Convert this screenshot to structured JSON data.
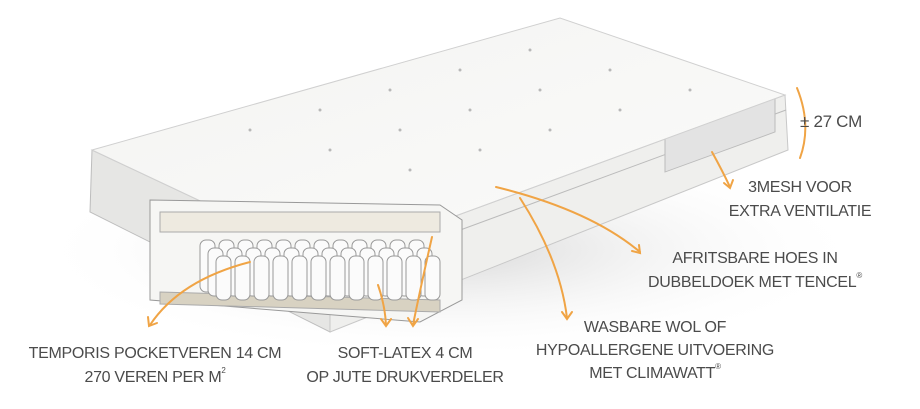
{
  "colors": {
    "accent": "#f0a445",
    "text": "#4b4b4b"
  },
  "labels": {
    "height": "± 27 CM",
    "mesh": [
      "3MESH VOOR",
      "EXTRA VENTILATIE"
    ],
    "cover": [
      "AFRITSBARE HOES IN",
      "DUBBELDOEK MET TENCEL",
      "®"
    ],
    "wool": [
      "WASBARE WOL OF",
      "HYPOALLERGENE UITVOERING",
      "MET CLIMAWATT",
      "®"
    ],
    "springs": [
      "TEMPORIS POCKETVEREN 14 CM",
      "270 VEREN PER M",
      "2"
    ],
    "latex": [
      "SOFT-LATEX 4 CM",
      "OP JUTE DRUKVERDELER"
    ]
  }
}
